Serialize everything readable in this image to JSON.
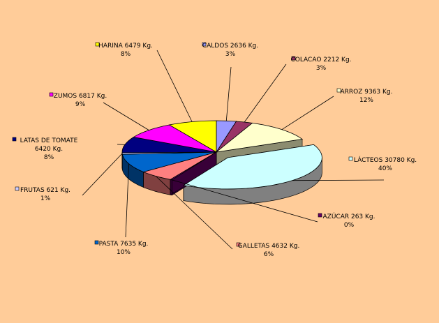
{
  "chart_data": {
    "type": "pie",
    "three_d": true,
    "legend": "none",
    "slices": [
      {
        "name": "CALDOS",
        "value": 2636,
        "unit": "Kg.",
        "label": "CALDOS 2636 Kg.",
        "percent": "3%",
        "color": "#9999FF"
      },
      {
        "name": "COLACAO",
        "value": 2212,
        "unit": "Kg.",
        "label": "COLACAO 2212  Kg.",
        "percent": "3%",
        "color": "#993366"
      },
      {
        "name": "ARROZ",
        "value": 9363,
        "unit": "Kg.",
        "label": "ARROZ 9363 Kg.",
        "percent": "12%",
        "color": "#FFFFCC"
      },
      {
        "name": "LÁCTEOS",
        "value": 30780,
        "unit": "Kg.",
        "label": "LÁCTEOS 30780 Kg.",
        "percent": "40%",
        "color": "#CCFFFF"
      },
      {
        "name": "AZÚCAR",
        "value": 263,
        "unit": "Kg.",
        "label": "AZÚCAR 263 Kg.",
        "percent": "0%",
        "color": "#660066"
      },
      {
        "name": "GALLETAS",
        "value": 4632,
        "unit": "Kg.",
        "label": "GALLETAS 4632 Kg.",
        "percent": "6%",
        "color": "#FF8080"
      },
      {
        "name": "PASTA",
        "value": 7635,
        "unit": "Kg.",
        "label": "PASTA 7635 Kg.",
        "percent": "10%",
        "color": "#0066CC"
      },
      {
        "name": "FRUTAS",
        "value": 621,
        "unit": "Kg.",
        "label": "FRUTAS 621 Kg.",
        "percent": "1%",
        "color": "#CCCCFF"
      },
      {
        "name": "LATAS DE TOMATE",
        "value": 6420,
        "unit": "Kg.",
        "label": [
          "LATAS DE TOMATE",
          "6420 Kg."
        ],
        "percent": "8%",
        "color": "#000080"
      },
      {
        "name": "ZUMOS",
        "value": 6817,
        "unit": "Kg.",
        "label": "ZUMOS 6817 Kg.",
        "percent": "9%",
        "color": "#FF00FF"
      },
      {
        "name": "HARINA",
        "value": 6479,
        "unit": "Kg.",
        "label": "HARINA 6479 Kg.",
        "percent": "8%",
        "color": "#FFFF00"
      }
    ]
  }
}
